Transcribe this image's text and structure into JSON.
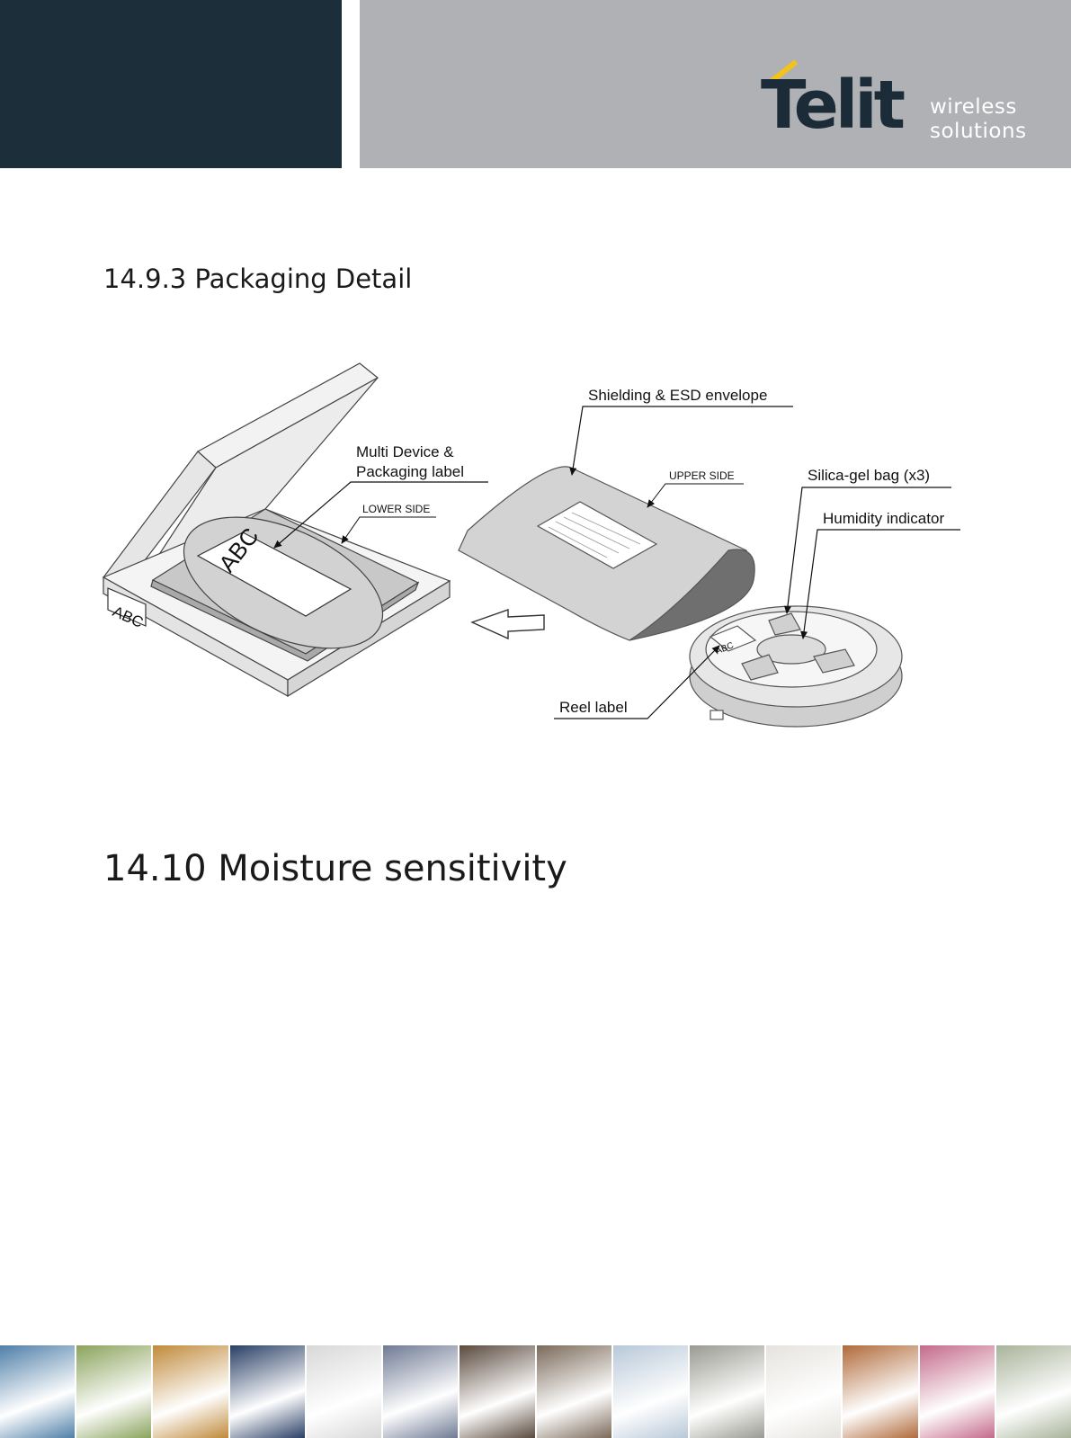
{
  "header": {
    "logo_word": "Telit",
    "logo_tagline": [
      "wireless",
      "solutions"
    ],
    "colors": {
      "dark_band": "#1c2e3a",
      "gray_band": "#afb1b4",
      "accent": "#f2c31a"
    }
  },
  "section_packaging": {
    "title": "14.9.3 Packaging Detail"
  },
  "figure": {
    "callouts": {
      "multi_device_line1": "Multi Device &",
      "multi_device_line2": "Packaging label",
      "lower_side": "LOWER SIDE",
      "shielding": "Shielding & ESD envelope",
      "upper_side": "UPPER SIDE",
      "silica": "Silica-gel bag (x3)",
      "humidity": "Humidity indicator",
      "reel_label": "Reel label"
    },
    "box_label": "ABC",
    "box_side_label": "ABC",
    "reel_tag": "ABC"
  },
  "section_moisture": {
    "title": "14.10 Moisture sensitivity"
  },
  "footer": {
    "tiles": [
      {
        "icon": "traffic-photo",
        "color": "#4f7fa8"
      },
      {
        "icon": "sos-phone-photo",
        "color": "#8aa35c"
      },
      {
        "icon": "containers-photo",
        "color": "#c08a3a"
      },
      {
        "icon": "led-clock-photo",
        "color": "#2a3f66"
      },
      {
        "icon": "keyboard-photo",
        "color": "#d8d8d8"
      },
      {
        "icon": "cyclist-photo",
        "color": "#6f7a94"
      },
      {
        "icon": "card-reader-photo",
        "color": "#5a4a3e"
      },
      {
        "icon": "vending-photo",
        "color": "#7b6a5a"
      },
      {
        "icon": "wind-turbine-photo",
        "color": "#b8c8d8"
      },
      {
        "icon": "meter-photo",
        "color": "#9a9a92"
      },
      {
        "icon": "laser-photo",
        "color": "#e6e3de"
      },
      {
        "icon": "subway-photo",
        "color": "#b06a3a"
      },
      {
        "icon": "printing-photo",
        "color": "#c46a8a"
      },
      {
        "icon": "cctv-camera-photo",
        "color": "#a9b39a"
      }
    ]
  }
}
